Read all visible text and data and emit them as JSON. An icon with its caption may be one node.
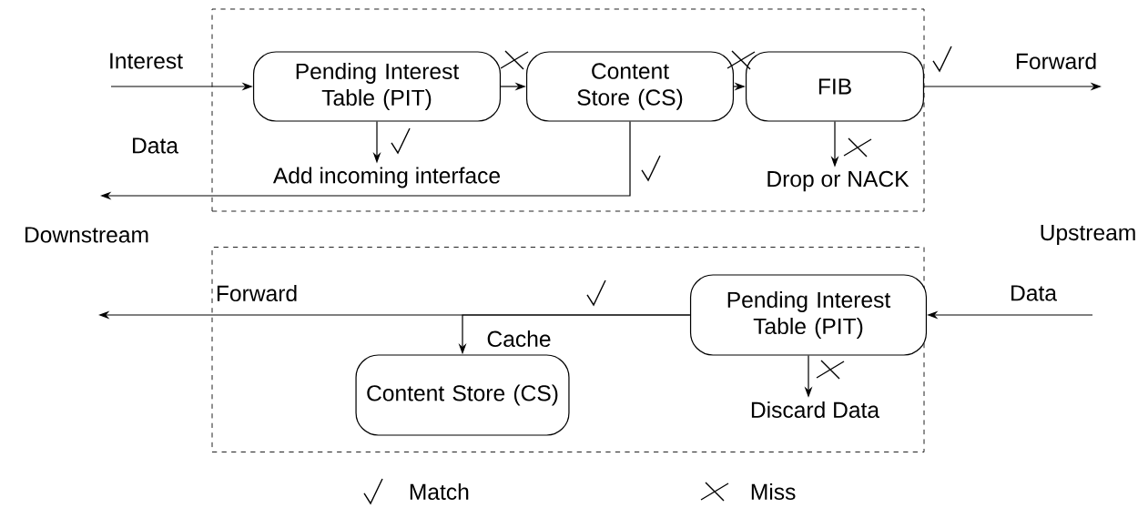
{
  "diagram": {
    "nodes": [
      {
        "text": [],
        "shape": "box"
      },
      {
        "text": [
          "Pending Interest Table (PIT)"
        ],
        "in": 0
      },
      {
        "text": [
          "Content Store (CS)"
        ],
        "in": 0
      },
      {
        "text": [
          "FIB"
        ],
        "in": 0
      },
      {
        "text": [
          "Add incoming interface"
        ],
        "in": 0
      },
      {
        "text": [
          "Drop or NACK"
        ],
        "in": 0
      },
      {
        "text": [],
        "shape": "box"
      },
      {
        "text": [
          "Pending Interest Table (PIT)"
        ],
        "in": 6
      },
      {
        "text": [
          "Content Store (CS)"
        ],
        "in": 6
      },
      {
        "text": [
          "Discard Data"
        ],
        "in": 6
      }
    ],
    "edges": [
      {
        "from": null,
        "to": 1,
        "arrow": "to",
        "label": "Interest"
      },
      {
        "from": 1,
        "to": 2,
        "arrow": "to"
      },
      {
        "from": 2,
        "to": 3,
        "arrow": "to"
      },
      {
        "from": 3,
        "to": null,
        "arrow": "to",
        "label": "Forward"
      },
      {
        "from": 1,
        "to": 4,
        "arrow": "to"
      },
      {
        "from": 2,
        "to": null,
        "arrow": "to",
        "label": "Data"
      },
      {
        "from": 3,
        "to": 5,
        "arrow": "to"
      },
      {
        "from": null,
        "to": 7,
        "arrow": "to",
        "label": "Data"
      },
      {
        "from": 7,
        "to": null,
        "arrow": "to",
        "label": "Forward"
      },
      {
        "from": 7,
        "to": 8,
        "arrow": "to",
        "label": "Cache"
      },
      {
        "from": 7,
        "to": 9,
        "arrow": "to"
      }
    ],
    "labels": [
      "Downstream",
      "Upstream"
    ],
    "legend": [
      {
        "text": "Match"
      },
      {
        "text": "Miss"
      }
    ]
  }
}
